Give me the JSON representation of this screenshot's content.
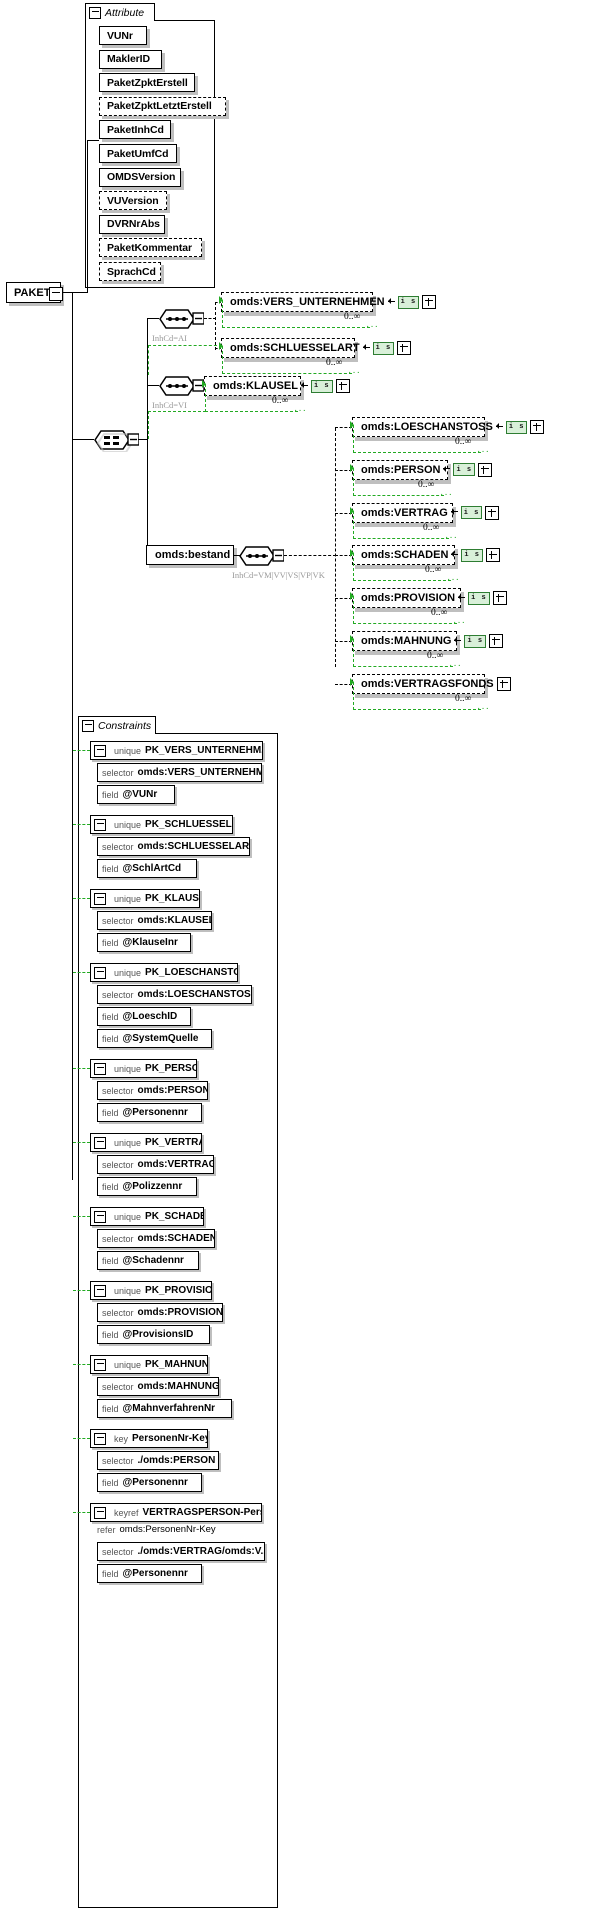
{
  "diagram": {
    "root_element": {
      "label": "PAKET"
    },
    "attribute_group": {
      "title": "Attribute",
      "items": [
        {
          "label": "VUNr",
          "optional": false,
          "width": 48
        },
        {
          "label": "MaklerID",
          "optional": false,
          "width": 63
        },
        {
          "label": "PaketZpktErstell",
          "optional": false,
          "width": 96
        },
        {
          "label": "PaketZpktLetztErstell",
          "optional": true,
          "width": 127
        },
        {
          "label": "PaketInhCd",
          "optional": false,
          "width": 72
        },
        {
          "label": "PaketUmfCd",
          "optional": false,
          "width": 78
        },
        {
          "label": "OMDSVersion",
          "optional": false,
          "width": 82
        },
        {
          "label": "VUVersion",
          "optional": true,
          "width": 68
        },
        {
          "label": "DVRNrAbs",
          "optional": false,
          "width": 66
        },
        {
          "label": "PaketKommentar",
          "optional": true,
          "width": 103
        },
        {
          "label": "SprachCd",
          "optional": true,
          "width": 62
        }
      ]
    },
    "content_model": {
      "choice_label": "",
      "branches": [
        {
          "compositor": "sequence",
          "compositor_note": "InhCd=AI",
          "elements": [
            {
              "label": "omds:VERS_UNTERNEHMEN",
              "badge": "i s",
              "cardinality": "0..∞",
              "width": 152,
              "optional": true
            },
            {
              "label": "omds:SCHLUESSELART",
              "badge": "i s",
              "cardinality": "0..∞",
              "width": 134,
              "optional": true
            }
          ]
        },
        {
          "compositor": "sequence",
          "compositor_note": "InhCd=VI",
          "elements": [
            {
              "label": "omds:KLAUSEL",
              "badge": "i s",
              "cardinality": "0..∞",
              "width": 97,
              "optional": true
            }
          ]
        },
        {
          "compositor": "sequence",
          "compositor_note": "InhCd=VM|VV|VS|VP|VK",
          "group_label": "omds:bestand",
          "elements": [
            {
              "label": "omds:LOESCHANSTOSS",
              "badge": "i s",
              "cardinality": "0..∞",
              "width": 133,
              "optional": true
            },
            {
              "label": "omds:PERSON",
              "badge": "i s",
              "cardinality": "0..∞",
              "width": 96,
              "optional": true
            },
            {
              "label": "omds:VERTRAG",
              "badge": "i s",
              "cardinality": "0..∞",
              "width": 101,
              "optional": true
            },
            {
              "label": "omds:SCHADEN",
              "badge": "i s",
              "cardinality": "0..∞",
              "width": 103,
              "optional": true
            },
            {
              "label": "omds:PROVISION",
              "badge": "i s",
              "cardinality": "0..∞",
              "width": 109,
              "optional": true
            },
            {
              "label": "omds:MAHNUNG",
              "badge": "i s",
              "cardinality": "0..∞",
              "width": 105,
              "optional": true
            },
            {
              "label": "omds:VERTRAGSFONDS",
              "badge": "",
              "cardinality": "0..∞",
              "width": 133,
              "optional": true
            }
          ]
        }
      ]
    },
    "constraints": {
      "title": "Constraints",
      "items": [
        {
          "kind": "unique",
          "name": "PK_VERS_UNTERNEHM...",
          "head_width": 173,
          "rows": [
            {
              "kw": "selector",
              "val": "omds:VERS_UNTERNEHM...",
              "width": 165
            },
            {
              "kw": "field",
              "val": "@VUNr",
              "width": 78
            }
          ]
        },
        {
          "kind": "unique",
          "name": "PK_SCHLUESSELART",
          "head_width": 143,
          "rows": [
            {
              "kw": "selector",
              "val": "omds:SCHLUESSELART",
              "width": 153
            },
            {
              "kw": "field",
              "val": "@SchlArtCd",
              "width": 100
            }
          ]
        },
        {
          "kind": "unique",
          "name": "PK_KLAUSEL",
          "head_width": 110,
          "rows": [
            {
              "kw": "selector",
              "val": "omds:KLAUSEL",
              "width": 115
            },
            {
              "kw": "field",
              "val": "@KlauseInr",
              "width": 94
            }
          ]
        },
        {
          "kind": "unique",
          "name": "PK_LOESCHANSTOSS",
          "head_width": 148,
          "rows": [
            {
              "kw": "selector",
              "val": "omds:LOESCHANSTOSS",
              "width": 155
            },
            {
              "kw": "field",
              "val": "@LoeschID",
              "width": 94
            },
            {
              "kw": "field",
              "val": "@SystemQuelle",
              "width": 115
            }
          ]
        },
        {
          "kind": "unique",
          "name": "PK_PERSON",
          "head_width": 107,
          "rows": [
            {
              "kw": "selector",
              "val": "omds:PERSON",
              "width": 111
            },
            {
              "kw": "field",
              "val": "@Personennr",
              "width": 105
            }
          ]
        },
        {
          "kind": "unique",
          "name": "PK_VERTRAG",
          "head_width": 112,
          "rows": [
            {
              "kw": "selector",
              "val": "omds:VERTRAG",
              "width": 117
            },
            {
              "kw": "field",
              "val": "@Polizzennr",
              "width": 100
            }
          ]
        },
        {
          "kind": "unique",
          "name": "PK_SCHADEN",
          "head_width": 114,
          "rows": [
            {
              "kw": "selector",
              "val": "omds:SCHADEN",
              "width": 118
            },
            {
              "kw": "field",
              "val": "@Schadennr",
              "width": 102
            }
          ]
        },
        {
          "kind": "unique",
          "name": "PK_PROVISION",
          "head_width": 122,
          "rows": [
            {
              "kw": "selector",
              "val": "omds:PROVISION",
              "width": 126
            },
            {
              "kw": "field",
              "val": "@ProvisionsID",
              "width": 113
            }
          ]
        },
        {
          "kind": "unique",
          "name": "PK_MAHNUNG",
          "head_width": 118,
          "rows": [
            {
              "kw": "selector",
              "val": "omds:MAHNUNG",
              "width": 122
            },
            {
              "kw": "field",
              "val": "@MahnverfahrenNr",
              "width": 135
            }
          ]
        },
        {
          "kind": "key",
          "name": "PersonenNr-Key",
          "head_width": 118,
          "rows": [
            {
              "kw": "selector",
              "val": "./omds:PERSON",
              "width": 122
            },
            {
              "kw": "field",
              "val": "@Personennr",
              "width": 105
            }
          ]
        },
        {
          "kind": "keyref",
          "name": "VERTRAGSPERSON-Pers...",
          "head_width": 172,
          "refer": {
            "kw": "refer",
            "val": "omds:PersonenNr-Key"
          },
          "rows": [
            {
              "kw": "selector",
              "val": "./omds:VERTRAG/omds:V...",
              "width": 168
            },
            {
              "kw": "field",
              "val": "@Personennr",
              "width": 105
            }
          ]
        }
      ]
    }
  }
}
